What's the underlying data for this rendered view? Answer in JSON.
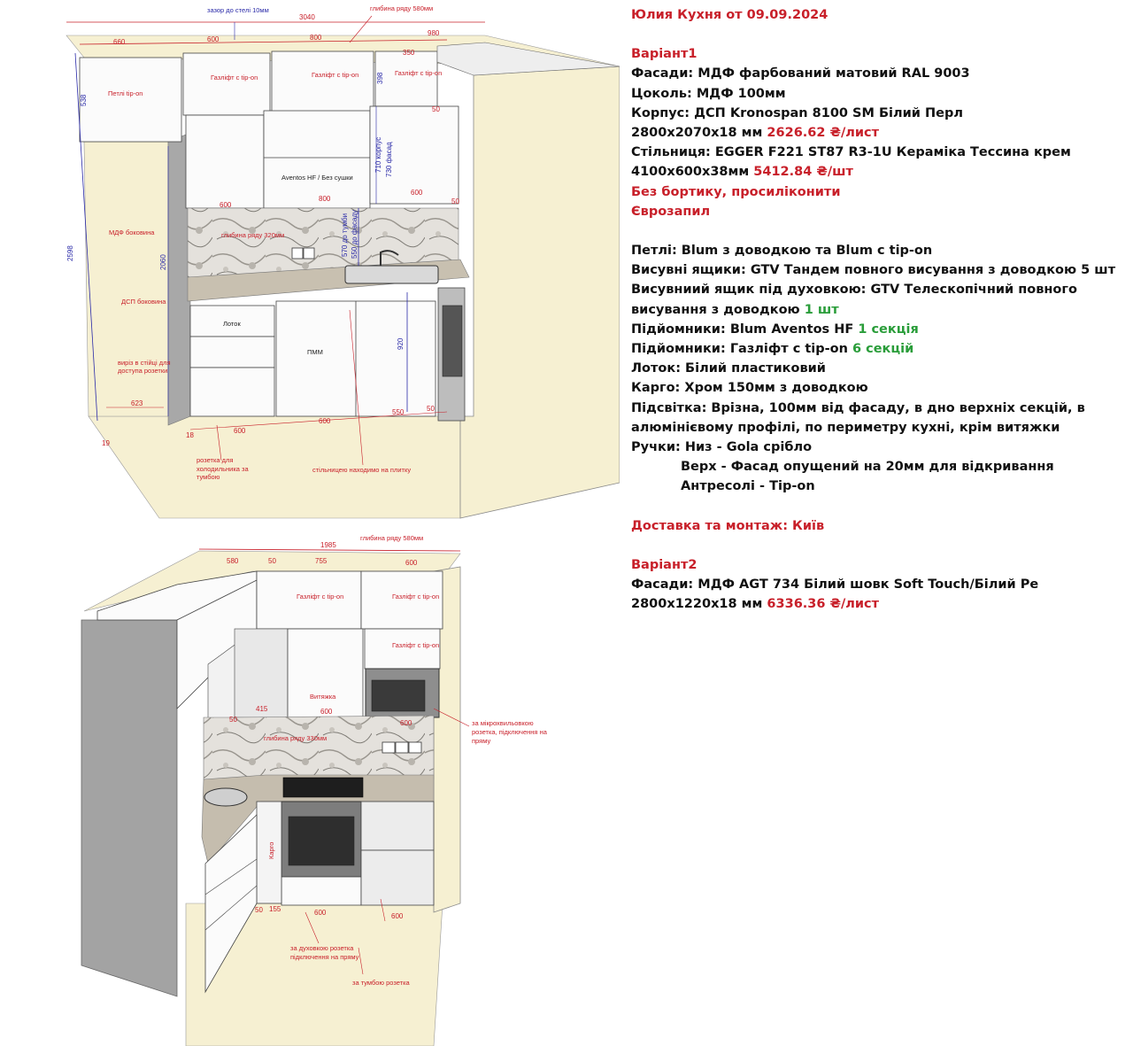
{
  "spec": {
    "title": "Юлия Кухня от 09.09.2024",
    "variant1_heading": "Варіант1",
    "facades": "Фасади: МДФ фарбований матовий RAL 9003",
    "plinth": "Цоколь: МДФ 100мм",
    "body": "Корпус: ДСП Kronospan 8100 SM Білий Перл",
    "body_size": "2800x2070x18 мм",
    "body_price": "2626.62 ₴/лист",
    "countertop": "Стільниця: EGGER F221 ST87 R3-1U Кераміка Тессина крем",
    "countertop_size": "4100x600x38мм",
    "countertop_price": "5412.84 ₴/шт",
    "no_edge": "Без бортику, просиліконити",
    "eurofile": "Єврозапил",
    "hinges": "Петлі: Blum з доводкою та Blum с tip-on",
    "drawers": "Висувні ящики: GTV Тандем повного висування з доводкою 5 шт",
    "oven_drawer_1": "Висувниий ящик під духовкою: GTV Телескопічний повного",
    "oven_drawer_2": "висування з доводкою",
    "oven_drawer_qty": "1 шт",
    "lifts1": "Підйомники: Blum Aventos HF",
    "lifts1_qty": "1 секція",
    "lifts2": "Підйомники: Газліфт с tip-on",
    "lifts2_qty": "6 секцій",
    "tray": "Лоток: Білий пластиковий",
    "cargo": "Карго: Хром 150мм з доводкою",
    "lighting_1": "Підсвітка: Врізна, 100мм від фасаду, в дно верхніх секцій, в",
    "lighting_2": "алюмінієвому профілі, по периметру кухні, крім витяжки",
    "handles_1": "Ручки: Низ - Gola срібло",
    "handles_2": "Верх - Фасад опущений на 20мм для відкривання",
    "handles_3": "Антресолі - Tip-on",
    "delivery": "Доставка та монтаж: Київ",
    "variant2_heading": "Варіант2",
    "variant2_facades": "Фасади: МДФ AGT 734 Білий шовк Soft Touch/Білий Ре 2800x1220x18 мм",
    "variant2_price": "6336.36 ₴/лист"
  },
  "drawing1": {
    "ceiling_gap": "зазор до стелі 10мм",
    "depth_580": "глибина ряду 580мм",
    "w_3040": "3040",
    "w_660": "660",
    "w_600a": "600",
    "w_800a": "800",
    "w_980": "980",
    "w_350": "350",
    "h_538": "538",
    "h_398": "398",
    "w_50a": "50",
    "hinges_tipon": "Петлі tip-on",
    "gaslift": "Газліфт с tip-on",
    "h_710": "710 корпус",
    "h_730": "730 фасад",
    "aventos": "Aventos HF / Без сушки",
    "w_600b": "600",
    "w_800b": "800",
    "w_600c": "600",
    "w_50b": "50",
    "mdf_side": "МДФ боковина",
    "depth_320": "глибина ряду 320мм",
    "h_570": "570 до тумби",
    "h_550": "550 до фасаду",
    "h_2598": "2598",
    "h_2060": "2060",
    "dsp_side": "ДСП боковина",
    "tray": "Лоток",
    "dishwasher": "ПММ",
    "h_920": "920",
    "socket_cutout": "виріз в стійці для доступа розетки",
    "w_623": "623",
    "w_550": "550",
    "w_50c": "50",
    "w_19": "19",
    "w_18": "18",
    "w_600d": "600",
    "w_600e": "600",
    "fridge_socket": "розетка для холодильника за тумбою",
    "countertop_tile": "стільницею находимо на плитку"
  },
  "drawing2": {
    "w_1985": "1985",
    "depth_580": "глибина ряду 580мм",
    "w_580": "580",
    "w_50a": "50",
    "w_755": "755",
    "w_600a": "600",
    "gaslift": "Газліфт с tip-on",
    "hood": "Витяжка",
    "w_50b": "50",
    "w_415": "415",
    "w_600b": "600",
    "w_600c": "600",
    "depth_330": "глибина ряду 330мм",
    "microwave_socket": "за мікрохвильовкою розетка, підключення на пряму",
    "cargo": "Карго",
    "w_50c": "50",
    "w_155": "155",
    "w_600d": "600",
    "w_600e": "600",
    "oven_socket": "за духовкою розетка підключення на пряму",
    "cabinet_socket": "за тумбою розетка"
  },
  "colors": {
    "accent_red": "#c8202a",
    "accent_green": "#2a9d3a",
    "dim_blue": "#2a2aa8",
    "wall_beige": "#f6f0d2",
    "cabinet_white": "#fbfbfb",
    "side_grey": "#9a9a9a"
  }
}
